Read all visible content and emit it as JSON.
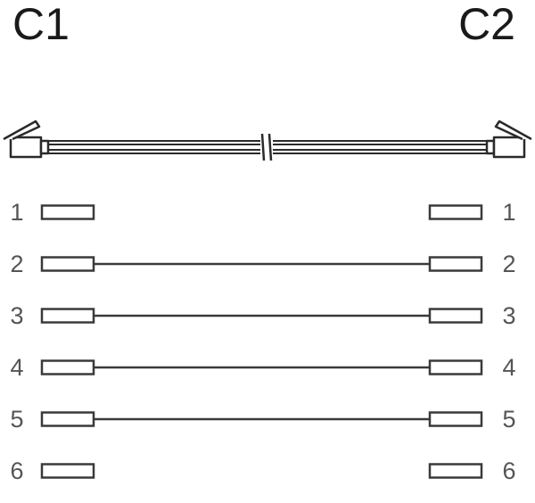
{
  "connectors": {
    "left": "C1",
    "right": "C2"
  },
  "pins": [
    {
      "number": "1",
      "connected": false
    },
    {
      "number": "2",
      "connected": true
    },
    {
      "number": "3",
      "connected": true
    },
    {
      "number": "4",
      "connected": true
    },
    {
      "number": "5",
      "connected": true
    },
    {
      "number": "6",
      "connected": false
    }
  ],
  "colors": {
    "line": "#3a3a3a",
    "pin_label": "#555555",
    "cable_outline": "#2a2a2a"
  },
  "icons": {
    "cable": "modular-plug-cable-icon",
    "cable_break": "cable-break-icon"
  }
}
